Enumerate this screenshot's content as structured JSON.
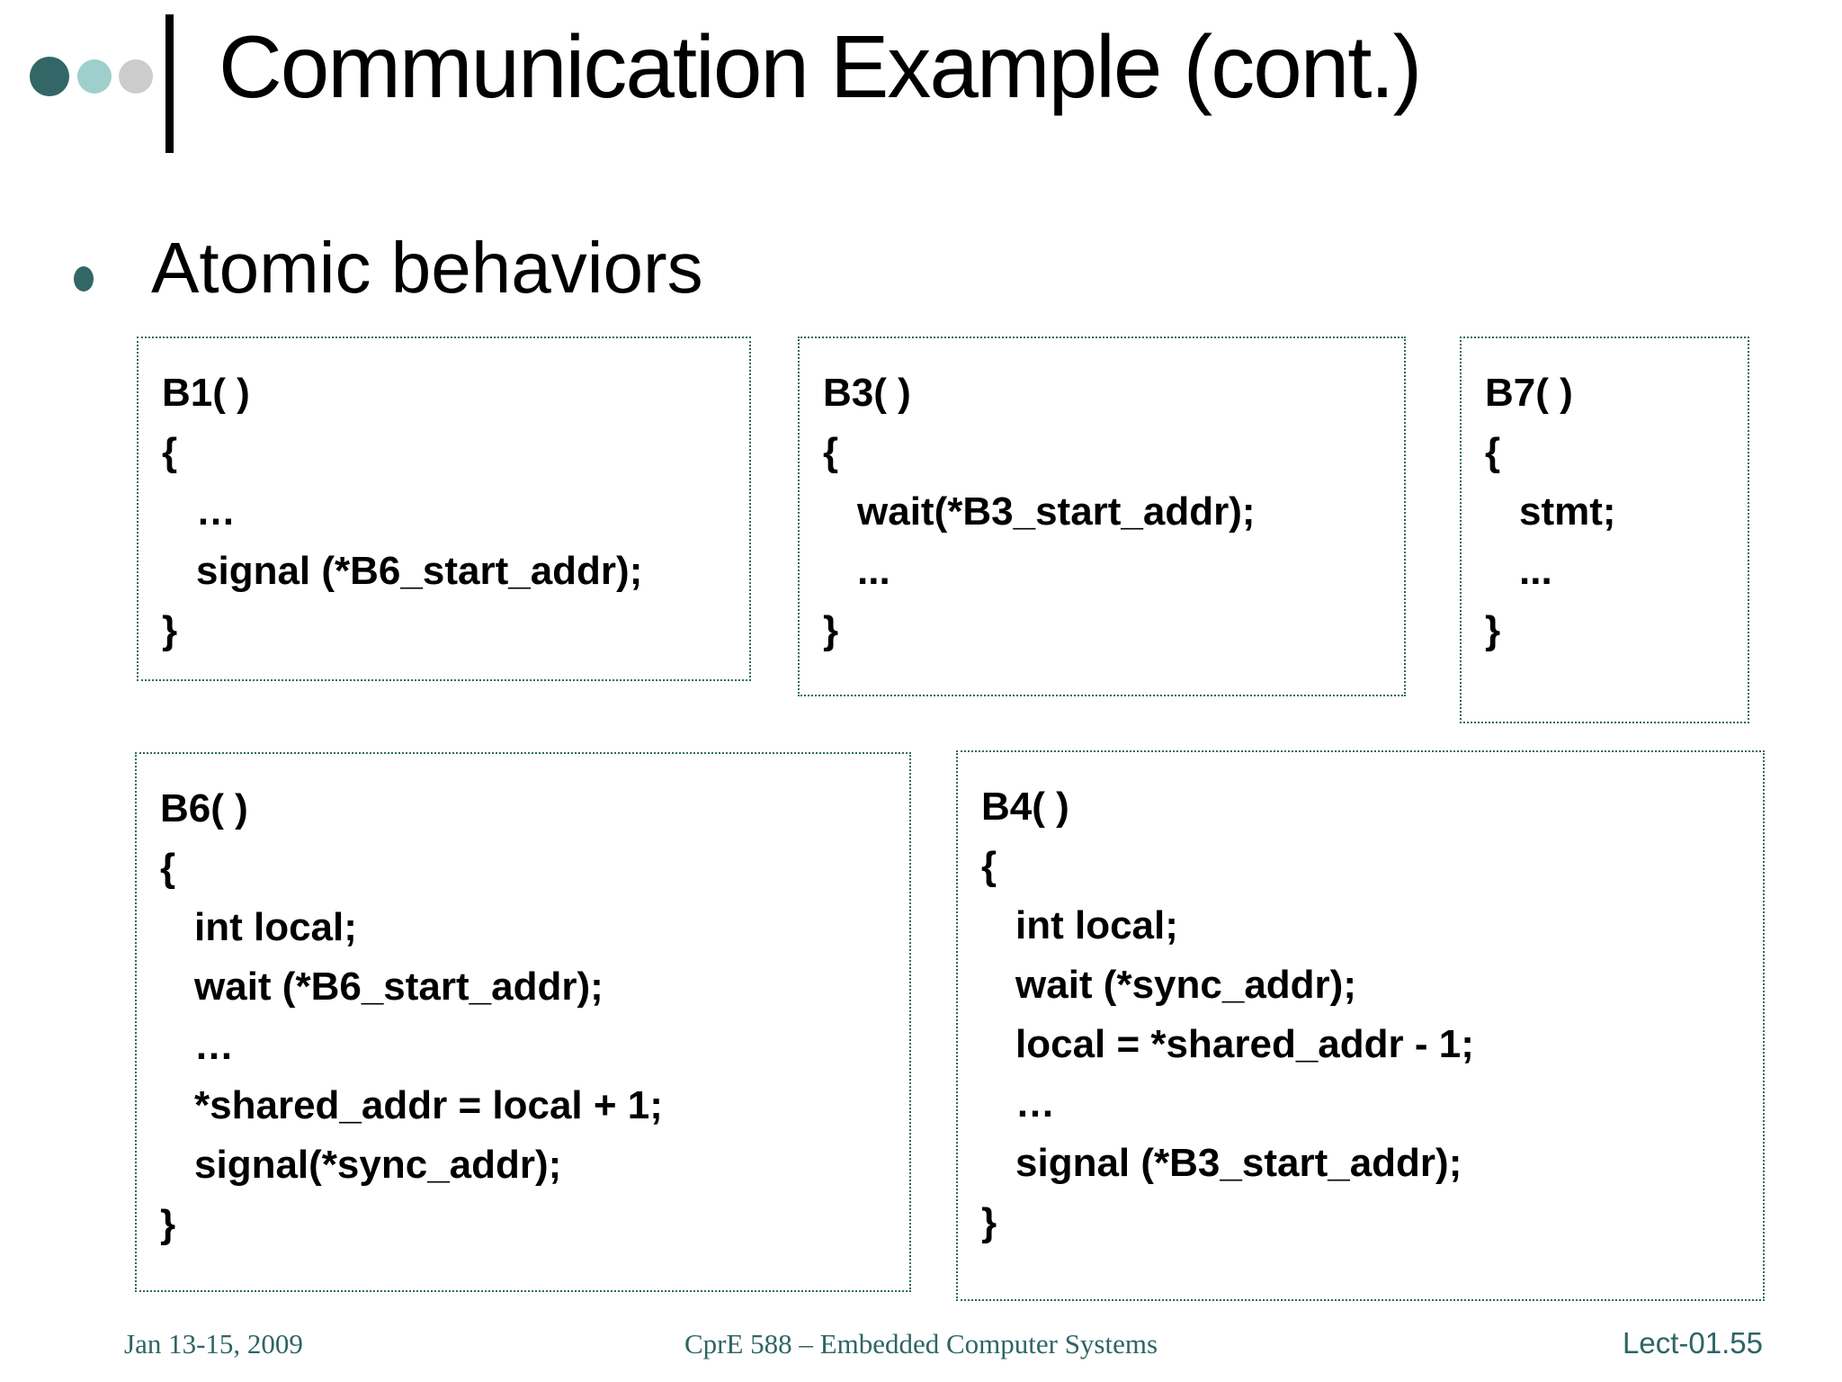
{
  "slide": {
    "title": "Communication Example (cont.)",
    "bullet": "Atomic behaviors"
  },
  "decor": {
    "dot1_color": "#336666",
    "dot2_color": "#9fcfcc",
    "dot3_color": "#cccccc",
    "bullet_color": "#336666",
    "box_border_color": "#2e6b57",
    "footer_color": "#2e6565"
  },
  "boxes": [
    {
      "id": "b1",
      "name": "B1",
      "lines": [
        {
          "text": "B1( )",
          "indent": 0
        },
        {
          "text": "{",
          "indent": 0
        },
        {
          "text": "…",
          "indent": 1
        },
        {
          "text": "signal (*B6_start_addr);",
          "indent": 1
        },
        {
          "text": "}",
          "indent": 0
        }
      ]
    },
    {
      "id": "b3",
      "name": "B3",
      "lines": [
        {
          "text": "B3( )",
          "indent": 0
        },
        {
          "text": "{",
          "indent": 0
        },
        {
          "text": "wait(*B3_start_addr);",
          "indent": 1
        },
        {
          "text": "...",
          "indent": 1
        },
        {
          "text": "}",
          "indent": 0
        }
      ]
    },
    {
      "id": "b7",
      "name": "B7",
      "lines": [
        {
          "text": "B7( )",
          "indent": 0
        },
        {
          "text": "{",
          "indent": 0
        },
        {
          "text": "stmt;",
          "indent": 1
        },
        {
          "text": "...",
          "indent": 1
        },
        {
          "text": "}",
          "indent": 0
        }
      ]
    },
    {
      "id": "b6",
      "name": "B6",
      "lines": [
        {
          "text": "B6( )",
          "indent": 0
        },
        {
          "text": "{",
          "indent": 0
        },
        {
          "text": "int local;",
          "indent": 1
        },
        {
          "text": "wait (*B6_start_addr);",
          "indent": 1
        },
        {
          "text": "…",
          "indent": 1
        },
        {
          "text": "*shared_addr = local + 1;",
          "indent": 1
        },
        {
          "text": "signal(*sync_addr);",
          "indent": 1
        },
        {
          "text": "}",
          "indent": 0
        }
      ]
    },
    {
      "id": "b4",
      "name": "B4",
      "lines": [
        {
          "text": "B4( )",
          "indent": 0
        },
        {
          "text": "{",
          "indent": 0
        },
        {
          "text": "int local;",
          "indent": 1
        },
        {
          "text": "wait (*sync_addr);",
          "indent": 1
        },
        {
          "text": "local = *shared_addr - 1;",
          "indent": 1
        },
        {
          "text": "…",
          "indent": 1
        },
        {
          "text": "signal (*B3_start_addr);",
          "indent": 1
        },
        {
          "text": "}",
          "indent": 0
        }
      ]
    }
  ],
  "footer": {
    "left": "Jan 13-15, 2009",
    "center": "CprE 588 – Embedded Computer Systems",
    "right": "Lect-01.55"
  }
}
